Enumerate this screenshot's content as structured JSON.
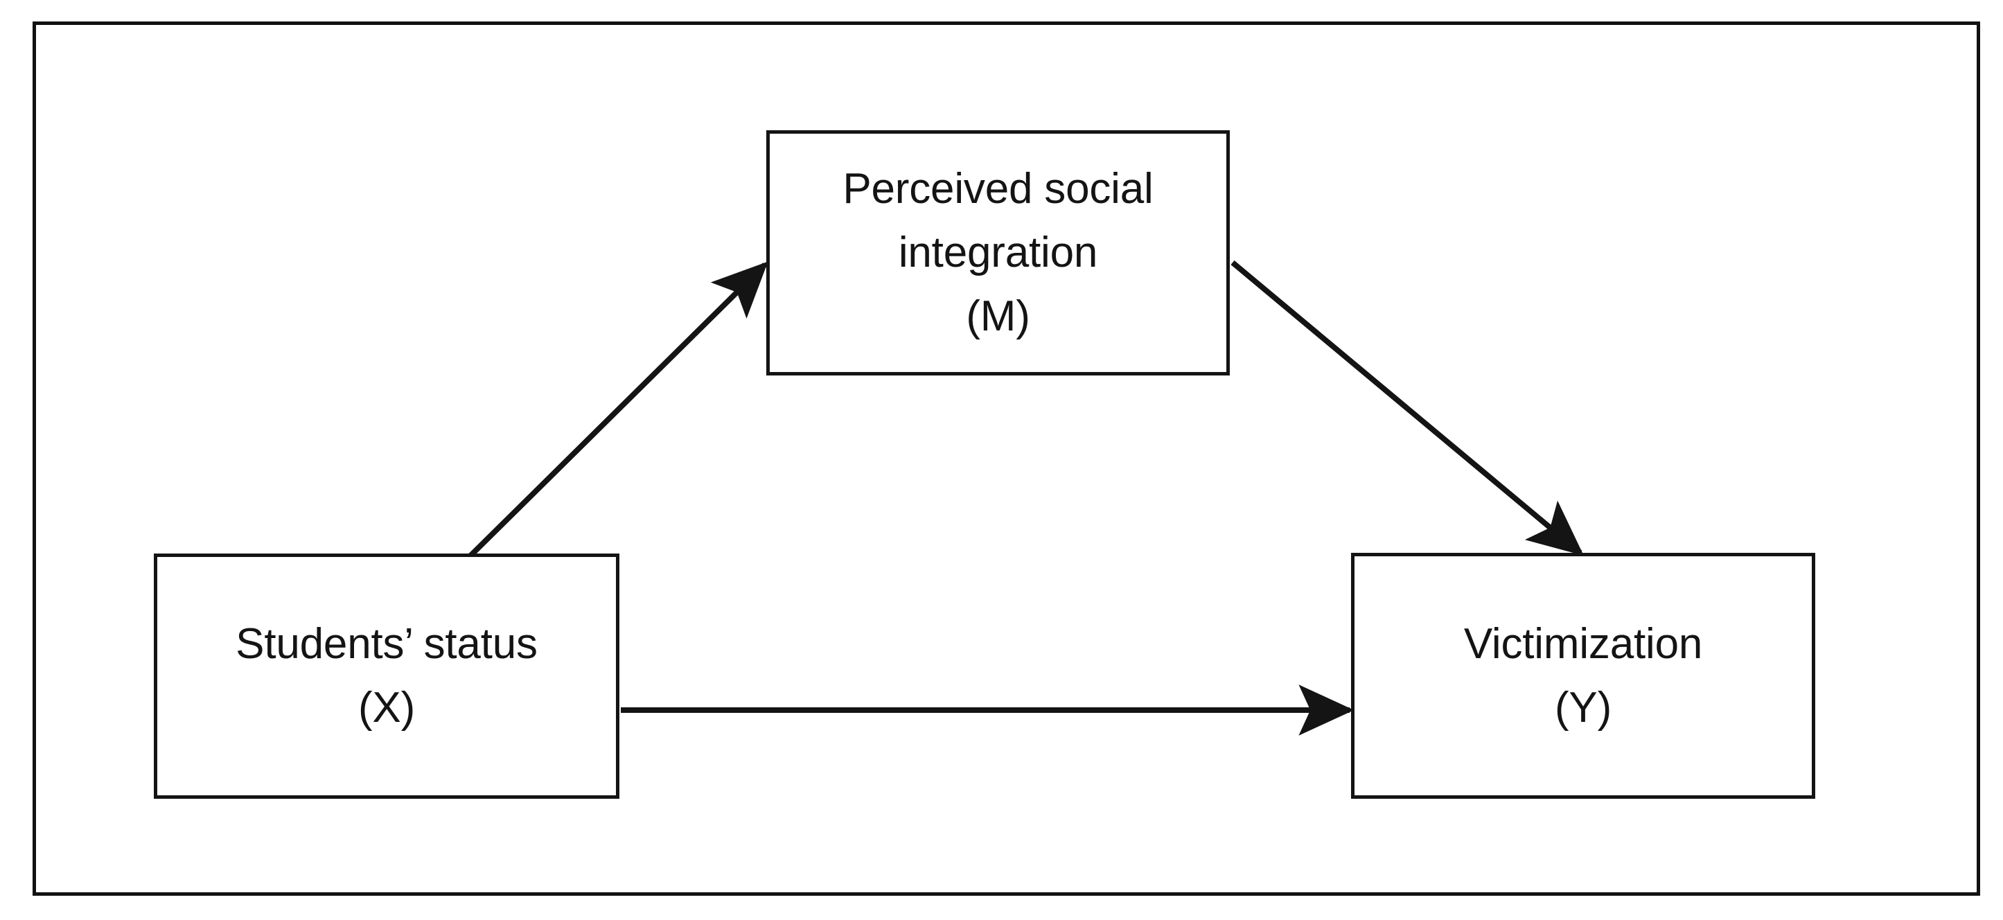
{
  "figure": {
    "type": "mediation-path-diagram",
    "background_color": "#ffffff",
    "line_color": "#141414",
    "border_color": "#111111"
  },
  "nodes": {
    "mediator": {
      "id": "M",
      "line1": "Perceived social",
      "line2": "integration",
      "line3": "(M)"
    },
    "predictor": {
      "id": "X",
      "line1": "Students’ status",
      "line2": "(X)"
    },
    "outcome": {
      "id": "Y",
      "line1": "Victimization",
      "line2": "(Y)"
    }
  },
  "edges": [
    {
      "name": "x-to-m",
      "from": "X",
      "to": "M",
      "label": "",
      "style": "solid",
      "arrowhead": "filled-triangle"
    },
    {
      "name": "m-to-y",
      "from": "M",
      "to": "Y",
      "label": "",
      "style": "solid",
      "arrowhead": "filled-triangle"
    },
    {
      "name": "x-to-y",
      "from": "X",
      "to": "Y",
      "label": "",
      "style": "solid",
      "arrowhead": "filled-triangle"
    }
  ]
}
